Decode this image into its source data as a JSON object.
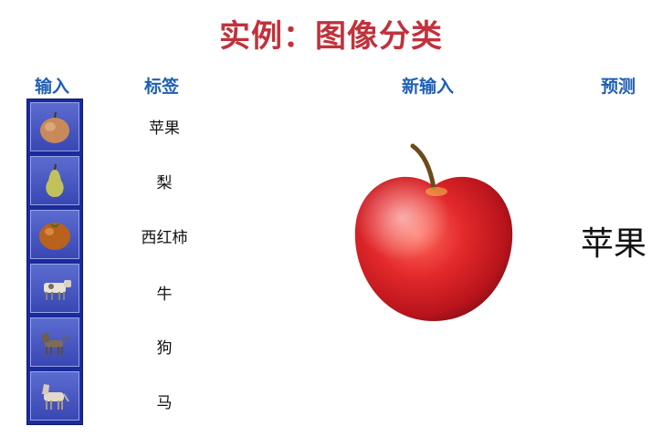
{
  "title": "实例：图像分类",
  "headers": {
    "input": "输入",
    "label": "标签",
    "new_input": "新输入",
    "prediction": "预测"
  },
  "training_examples": [
    {
      "image": "apple-image",
      "label": "苹果"
    },
    {
      "image": "pear-image",
      "label": "梨"
    },
    {
      "image": "tomato-image",
      "label": "西红柿"
    },
    {
      "image": "cow-image",
      "label": "牛"
    },
    {
      "image": "dog-image",
      "label": "狗"
    },
    {
      "image": "horse-image",
      "label": "马"
    }
  ],
  "new_input_image": "red-apple-image",
  "prediction": "苹果",
  "colors": {
    "title": "#c0323c",
    "header": "#1f5fb4",
    "thumb_frame": "#1a2b9a"
  }
}
